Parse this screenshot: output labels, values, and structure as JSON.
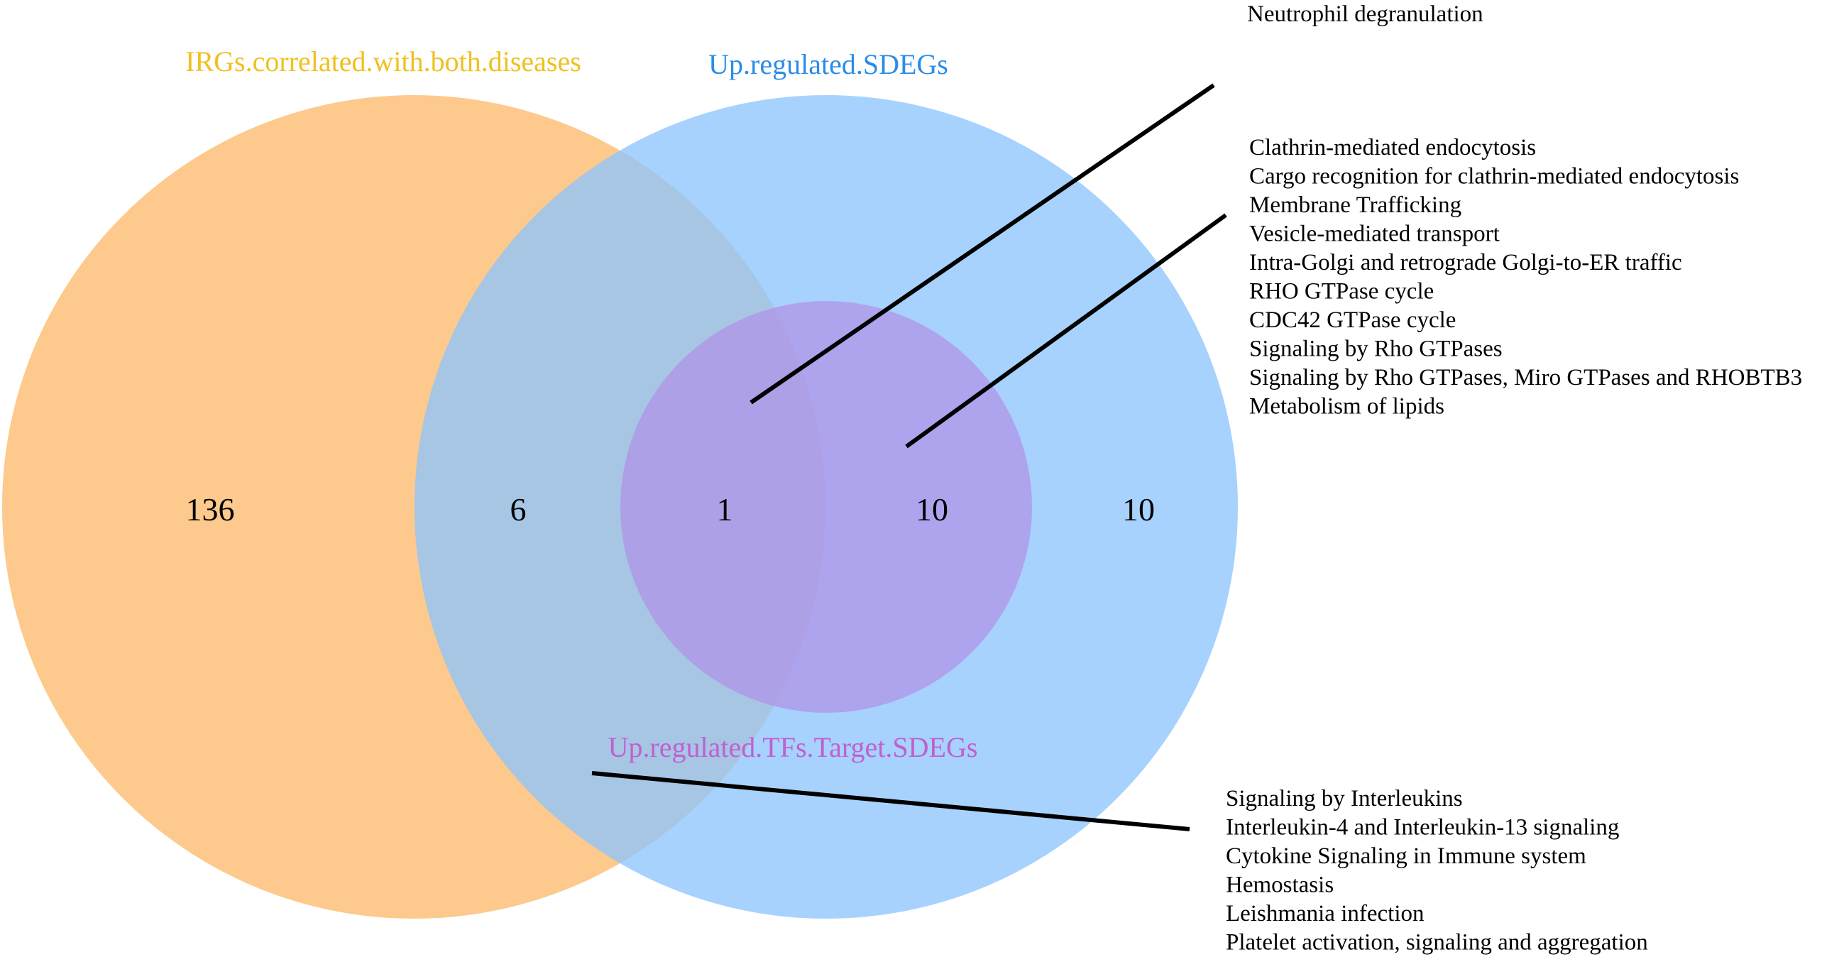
{
  "sets": [
    {
      "id": "irgs",
      "label": "IRGs.correlated.with.both.diseases",
      "color": "#fdbf79",
      "label_color": "#f0c020"
    },
    {
      "id": "up_sdegs",
      "label": "Up.regulated.SDEGs",
      "color": "#8ec5fc",
      "label_color": "#2b8ce8"
    },
    {
      "id": "tfs_target",
      "label": "Up.regulated.TFs.Target.SDEGs",
      "color": "#b292e8",
      "label_color": "#c060d0"
    }
  ],
  "regions": {
    "irgs_only": "136",
    "irgs_and_sdegs": "6",
    "all_three": "1",
    "sdegs_and_tfs": "10",
    "sdegs_only": "10"
  },
  "annotations": {
    "group1": [
      "Neutrophil degranulation"
    ],
    "group2": [
      "Clathrin-mediated endocytosis",
      "Cargo recognition for clathrin-mediated endocytosis",
      "Membrane Trafficking",
      "Vesicle-mediated transport",
      "Intra-Golgi and retrograde Golgi-to-ER traffic",
      "RHO GTPase cycle",
      "CDC42 GTPase cycle",
      "Signaling by Rho GTPases",
      "Signaling by Rho GTPases, Miro GTPases and RHOBTB3",
      "Metabolism of lipids"
    ],
    "group3": [
      "Signaling by Interleukins",
      "Interleukin-4 and Interleukin-13 signaling",
      "Cytokine Signaling in Immune system",
      "Hemostasis",
      "Leishmania infection",
      "Platelet activation, signaling and aggregation"
    ]
  }
}
